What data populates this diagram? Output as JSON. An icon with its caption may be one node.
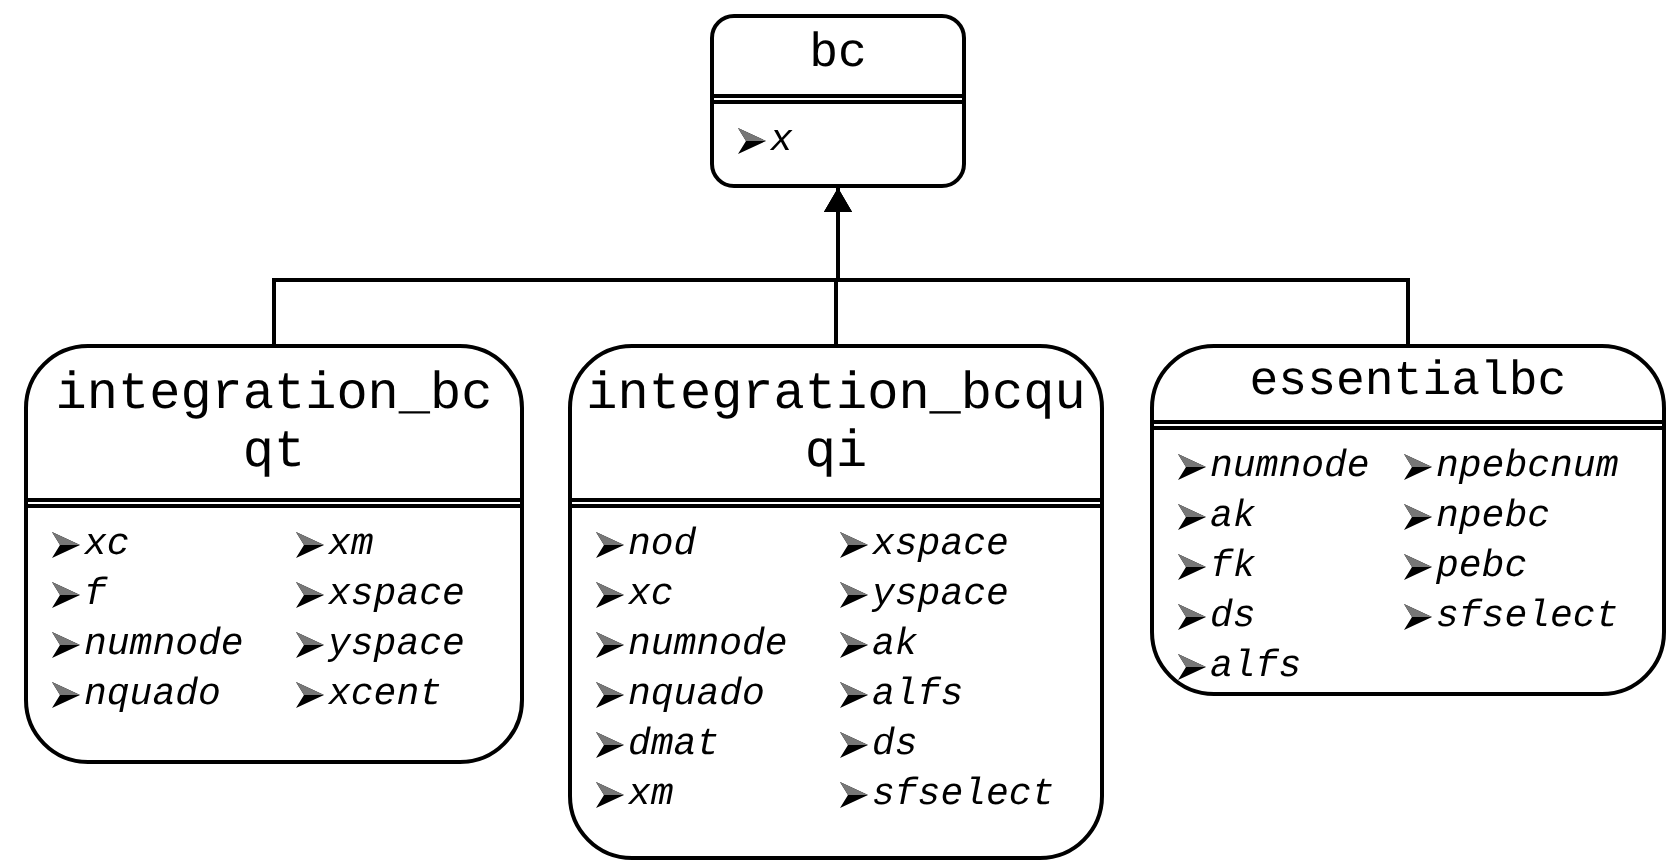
{
  "diagram": {
    "nodes": [
      {
        "text": [
          "bc",
          "x"
        ]
      },
      {
        "text": [
          "integration_bcqt",
          "xc",
          "f",
          "numnode",
          "nquado",
          "xm",
          "xspace",
          "yspace",
          "xcent"
        ]
      },
      {
        "text": [
          "integration_bcquqi",
          "nod",
          "xc",
          "numnode",
          "nquado",
          "dmat",
          "xm",
          "xspace",
          "yspace",
          "ak",
          "alfs",
          "ds",
          "sfselect"
        ]
      },
      {
        "text": [
          "essentialbc",
          "numnode",
          "ak",
          "fk",
          "ds",
          "alfs",
          "npebcnum",
          "npebc",
          "pebc",
          "sfselect"
        ]
      }
    ],
    "edges": [
      {
        "from": 1,
        "to": 0,
        "arrow": "to"
      },
      {
        "from": 2,
        "to": 0,
        "arrow": "to"
      },
      {
        "from": 3,
        "to": 0,
        "arrow": "to"
      }
    ]
  }
}
